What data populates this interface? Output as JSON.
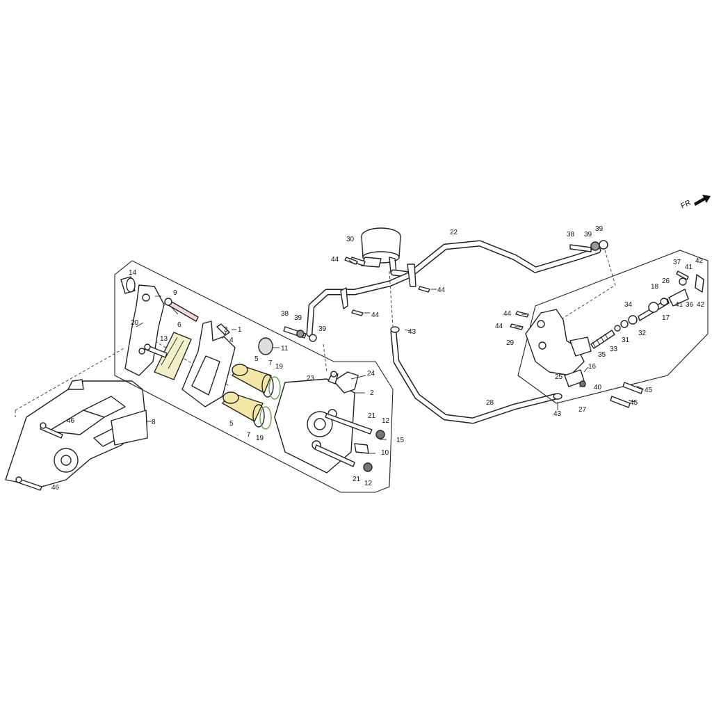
{
  "direction": {
    "label": "FR"
  },
  "colors": {
    "piston": "#f3e7a6",
    "seal": "#b9d8a8",
    "pad_shim": "#f1f0c8",
    "pin_bolt": "#f4d7d7"
  },
  "callouts": [
    {
      "id": "c1",
      "label": "1"
    },
    {
      "id": "c2",
      "label": "2"
    },
    {
      "id": "c3",
      "label": "3"
    },
    {
      "id": "c4",
      "label": "4"
    },
    {
      "id": "c5a",
      "label": "5"
    },
    {
      "id": "c5b",
      "label": "5"
    },
    {
      "id": "c6",
      "label": "6"
    },
    {
      "id": "c7a",
      "label": "7"
    },
    {
      "id": "c7b",
      "label": "7"
    },
    {
      "id": "c8",
      "label": "8"
    },
    {
      "id": "c9",
      "label": "9"
    },
    {
      "id": "c10",
      "label": "10"
    },
    {
      "id": "c11",
      "label": "11"
    },
    {
      "id": "c12a",
      "label": "12"
    },
    {
      "id": "c12b",
      "label": "12"
    },
    {
      "id": "c13",
      "label": "13"
    },
    {
      "id": "c14",
      "label": "14"
    },
    {
      "id": "c15",
      "label": "15"
    },
    {
      "id": "c16",
      "label": "16"
    },
    {
      "id": "c17",
      "label": "17"
    },
    {
      "id": "c18",
      "label": "18"
    },
    {
      "id": "c19a",
      "label": "19"
    },
    {
      "id": "c19b",
      "label": "19"
    },
    {
      "id": "c20",
      "label": "20"
    },
    {
      "id": "c21a",
      "label": "21"
    },
    {
      "id": "c21b",
      "label": "21"
    },
    {
      "id": "c22",
      "label": "22"
    },
    {
      "id": "c23",
      "label": "23"
    },
    {
      "id": "c24",
      "label": "24"
    },
    {
      "id": "c25",
      "label": "25"
    },
    {
      "id": "c26",
      "label": "26"
    },
    {
      "id": "c27",
      "label": "27"
    },
    {
      "id": "c28",
      "label": "28"
    },
    {
      "id": "c29",
      "label": "29"
    },
    {
      "id": "c30",
      "label": "30"
    },
    {
      "id": "c31",
      "label": "31"
    },
    {
      "id": "c32",
      "label": "32"
    },
    {
      "id": "c33",
      "label": "33"
    },
    {
      "id": "c34",
      "label": "34"
    },
    {
      "id": "c35",
      "label": "35"
    },
    {
      "id": "c36",
      "label": "36"
    },
    {
      "id": "c37",
      "label": "37"
    },
    {
      "id": "c38a",
      "label": "38"
    },
    {
      "id": "c38b",
      "label": "38"
    },
    {
      "id": "c39a",
      "label": "39"
    },
    {
      "id": "c39b",
      "label": "39"
    },
    {
      "id": "c39c",
      "label": "39"
    },
    {
      "id": "c39d",
      "label": "39"
    },
    {
      "id": "c40",
      "label": "40"
    },
    {
      "id": "c41a",
      "label": "41"
    },
    {
      "id": "c41b",
      "label": "41"
    },
    {
      "id": "c42a",
      "label": "42"
    },
    {
      "id": "c42b",
      "label": "42"
    },
    {
      "id": "c43a",
      "label": "43"
    },
    {
      "id": "c43b",
      "label": "43"
    },
    {
      "id": "c44a",
      "label": "44"
    },
    {
      "id": "c44b",
      "label": "44"
    },
    {
      "id": "c44c",
      "label": "44"
    },
    {
      "id": "c44d",
      "label": "44"
    },
    {
      "id": "c44e",
      "label": "44"
    },
    {
      "id": "c45a",
      "label": "45"
    },
    {
      "id": "c45b",
      "label": "45"
    },
    {
      "id": "c46a",
      "label": "46"
    },
    {
      "id": "c46b",
      "label": "46"
    }
  ]
}
